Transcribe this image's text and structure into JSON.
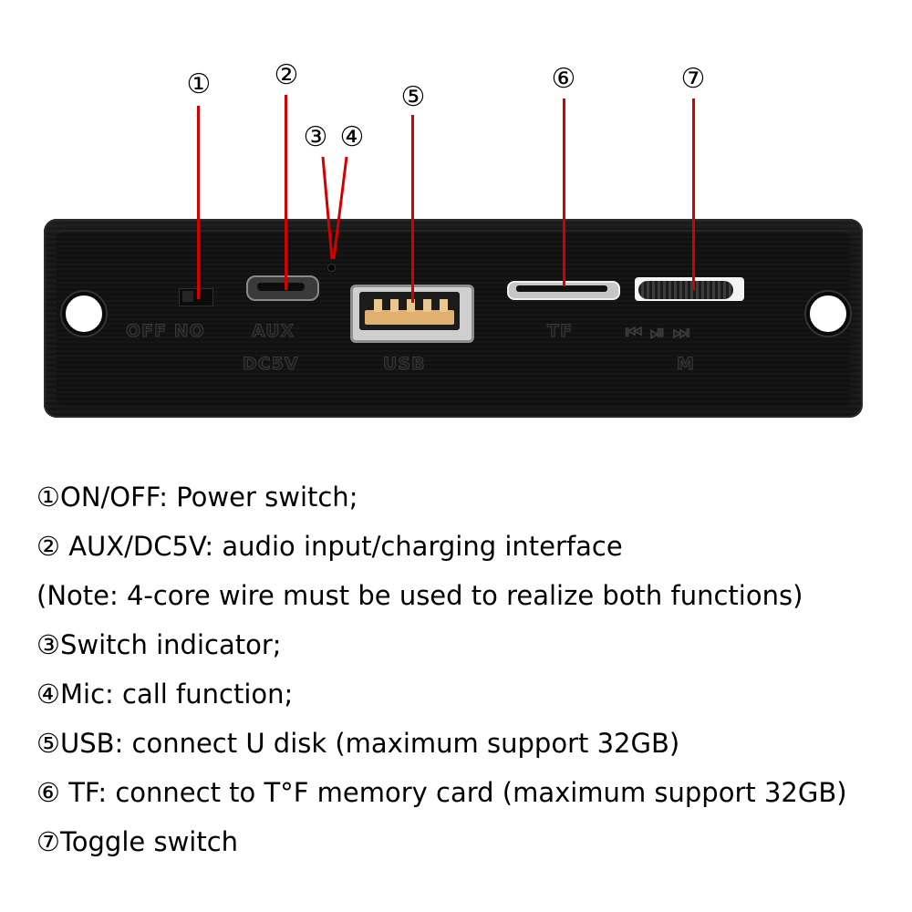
{
  "callouts": [
    {
      "id": "1",
      "label": "①"
    },
    {
      "id": "2",
      "label": "②"
    },
    {
      "id": "3",
      "label": "③"
    },
    {
      "id": "4",
      "label": "④"
    },
    {
      "id": "5",
      "label": "⑤"
    },
    {
      "id": "6",
      "label": "⑥"
    },
    {
      "id": "7",
      "label": "⑦"
    }
  ],
  "panel": {
    "switch_label": "OFF NO",
    "aux_label": "AUX",
    "dc_label": "DC5V",
    "usb_label": "USB",
    "tf_label": "TF",
    "media_label": "⏮ ⏯ ⏭",
    "mode_label": "M"
  },
  "descriptions": [
    "①ON/OFF: Power switch;",
    "② AUX/DC5V: audio input/charging interface",
    " (Note: 4-core wire must be used to realize both functions)",
    "③Switch indicator;",
    "④Mic: call function;",
    "⑤USB: connect U disk (maximum support 32GB)",
    "⑥ TF: connect to T°F memory card (maximum support 32GB)",
    "⑦Toggle switch"
  ],
  "colors": {
    "leader_line": "#d40000",
    "panel": "#141414",
    "background": "#ffffff"
  }
}
